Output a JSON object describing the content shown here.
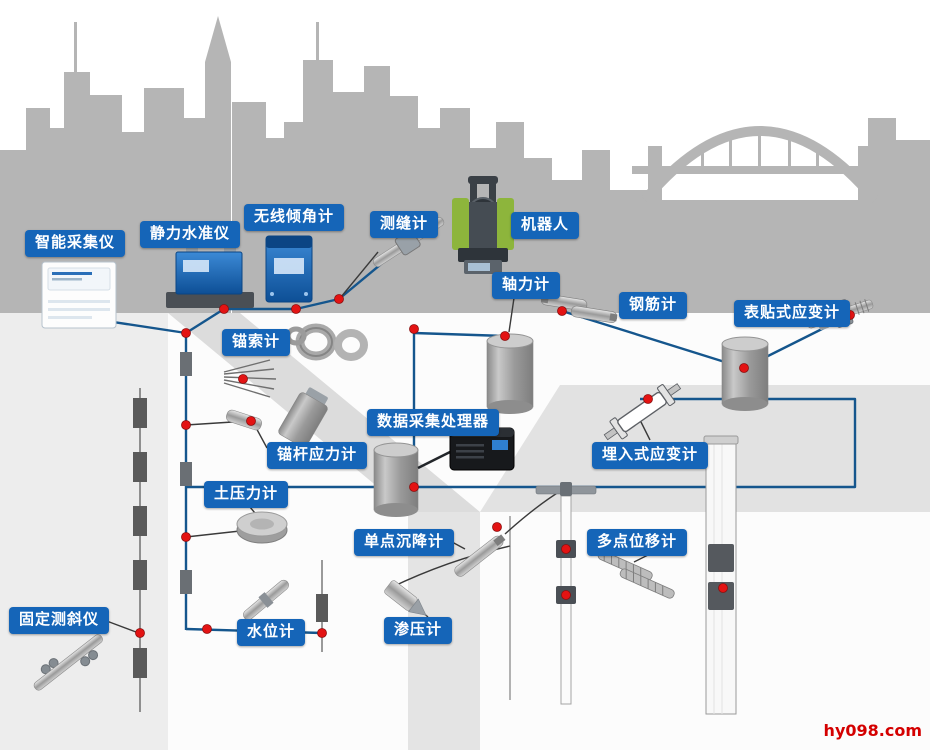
{
  "colors": {
    "label_bg": "#1565b8",
    "line_blue": "#15568d",
    "dot_red": "#e31313",
    "watermark_red": "#d40000",
    "skyline_gray": "#b5b5b5"
  },
  "watermark": {
    "text": "hy098.com"
  },
  "labels": [
    {
      "id": "smart-collector",
      "text": "智能采集仪"
    },
    {
      "id": "static-level",
      "text": "静力水准仪"
    },
    {
      "id": "wireless-inclinometer",
      "text": "无线倾角计"
    },
    {
      "id": "crack-meter",
      "text": "测缝计"
    },
    {
      "id": "robot",
      "text": "机器人"
    },
    {
      "id": "axial-force-meter",
      "text": "轴力计"
    },
    {
      "id": "rebar-meter",
      "text": "钢筋计"
    },
    {
      "id": "surface-strain-gauge",
      "text": "表贴式应变计"
    },
    {
      "id": "anchor-cable-meter",
      "text": "锚索计"
    },
    {
      "id": "data-processor",
      "text": "数据采集处理器"
    },
    {
      "id": "anchor-rod-stress-meter",
      "text": "锚杆应力计"
    },
    {
      "id": "embedded-strain-gauge",
      "text": "埋入式应变计"
    },
    {
      "id": "earth-pressure-meter",
      "text": "土压力计"
    },
    {
      "id": "single-point-settlement",
      "text": "单点沉降计"
    },
    {
      "id": "multi-point-displacement",
      "text": "多点位移计"
    },
    {
      "id": "fixed-inclinometer",
      "text": "固定测斜仪"
    },
    {
      "id": "water-level-meter",
      "text": "水位计"
    },
    {
      "id": "osmometer",
      "text": "渗压计"
    }
  ]
}
